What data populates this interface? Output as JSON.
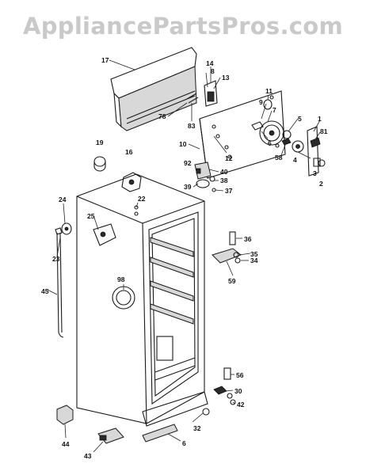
{
  "watermark": "AppliancePartsPros.com",
  "callouts": [
    "17",
    "14",
    "8",
    "13",
    "78",
    "83",
    "11",
    "9",
    "7",
    "1",
    "81",
    "5",
    "6",
    "58",
    "4",
    "3",
    "2",
    "10",
    "12",
    "19",
    "16",
    "92",
    "40",
    "38",
    "39",
    "37",
    "22",
    "24",
    "25",
    "36",
    "35",
    "34",
    "59",
    "23",
    "45",
    "98",
    "56",
    "30",
    "42",
    "44",
    "32",
    "6",
    "43"
  ]
}
